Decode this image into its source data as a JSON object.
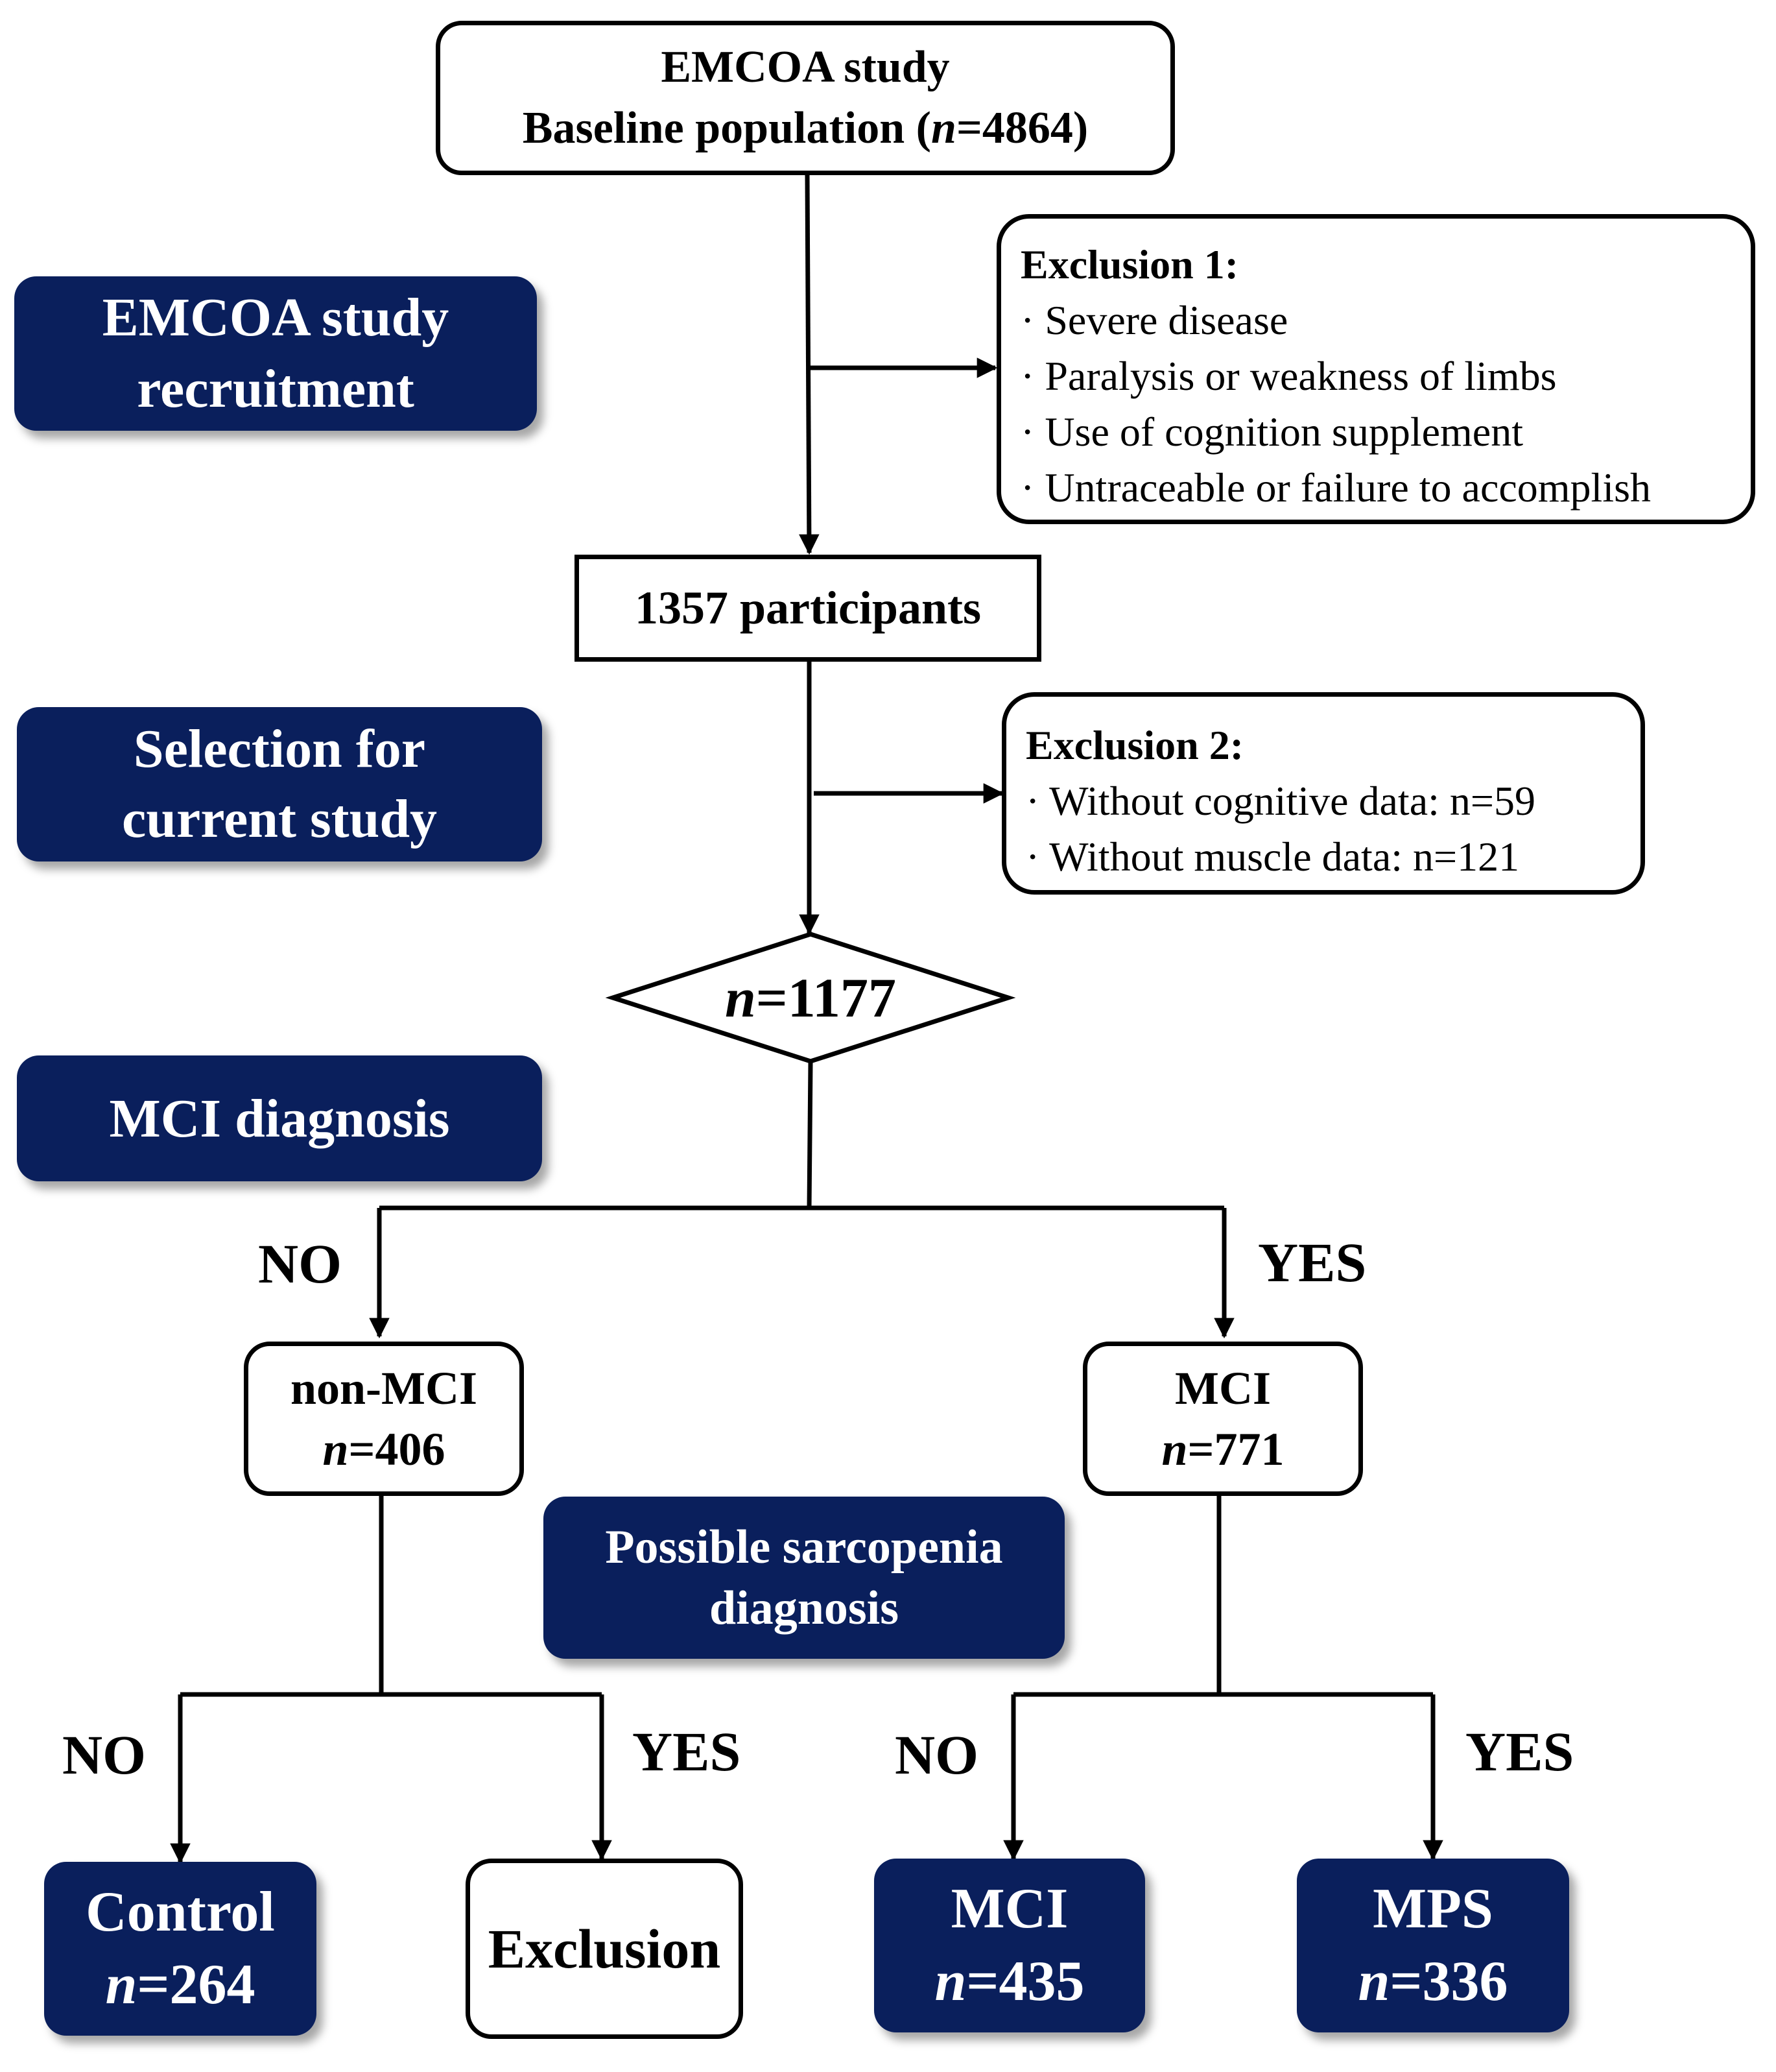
{
  "study_box": {
    "line1": "EMCOA study",
    "line2_prefix": "Baseline population (",
    "line2_n": "n",
    "line2_suffix": "=4864)"
  },
  "exclusion1": {
    "title": "Exclusion  1:",
    "items": [
      "· Severe disease",
      "· Paralysis or weakness of limbs",
      "· Use of cognition supplement",
      "· Untraceable or failure to accomplish"
    ]
  },
  "participants_box": {
    "text": "1357 participants"
  },
  "exclusion2": {
    "title": "Exclusion  2:",
    "items": [
      "· Without cognitive data: n=59",
      "· Without muscle data: n=121"
    ]
  },
  "diamond": {
    "n": "n",
    "value": "=1177"
  },
  "phases": {
    "recruitment": {
      "line1": "EMCOA study",
      "line2": "recruitment"
    },
    "selection": {
      "line1": "Selection for",
      "line2": "current study"
    },
    "mci_diagnosis": {
      "line1": "MCI diagnosis"
    },
    "sarcopenia": {
      "line1": "Possible sarcopenia",
      "line2": "diagnosis"
    }
  },
  "branch_labels": {
    "no": "NO",
    "yes": "YES"
  },
  "non_mci": {
    "label": "non-MCI",
    "n": "n",
    "value": "=406"
  },
  "mci": {
    "label": "MCI",
    "n": "n",
    "value": "=771"
  },
  "outcomes": {
    "control": {
      "label": "Control",
      "n": "n",
      "value": "=264"
    },
    "exclusion": {
      "label": "Exclusion"
    },
    "mci": {
      "label": "MCI",
      "n": "n",
      "value": "=435"
    },
    "mps": {
      "label": "MPS",
      "n": "n",
      "value": "=336"
    }
  },
  "colors": {
    "phase_fill": "#0a1f5c",
    "phase_text": "#ffffff",
    "stroke": "#000000"
  }
}
